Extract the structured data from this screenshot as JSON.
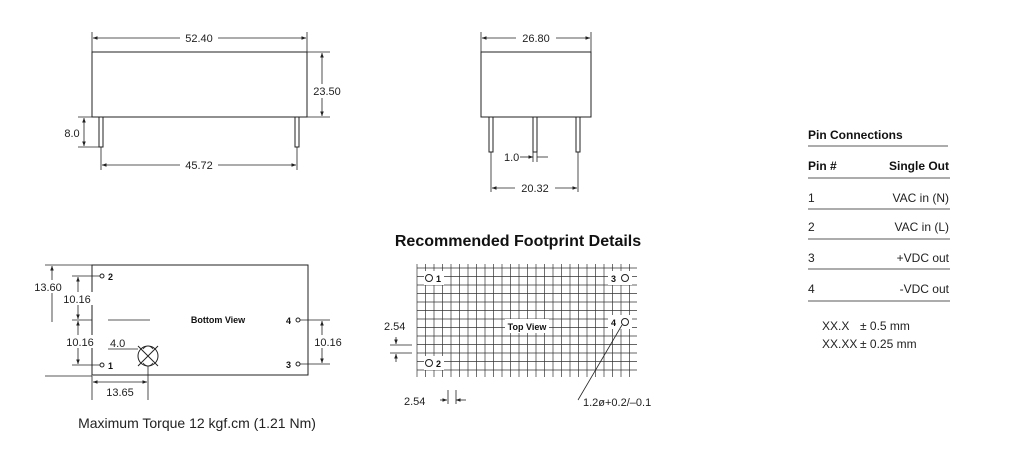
{
  "side_view": {
    "width": "52.40",
    "height": "23.50",
    "pin_length": "8.0",
    "pin_spacing": "45.72"
  },
  "end_view": {
    "width": "26.80",
    "pin_dia": "1.0",
    "pin_spacing": "20.32"
  },
  "bottom_view": {
    "title": "Bottom View",
    "dim_total": "13.60",
    "dim_upper": "10.16",
    "dim_lower": "10.16",
    "dim_right": "10.16",
    "dim_mount": "4.0",
    "dim_horizontal": "13.65",
    "pins": [
      "1",
      "2",
      "3",
      "4"
    ],
    "caption": "Maximum Torque 12 kgf.cm (1.21 Nm)"
  },
  "footprint": {
    "heading": "Recommended Footprint Details",
    "title": "Top View",
    "grid_pitch_v": "2.54",
    "grid_pitch_h": "2.54",
    "hole_note": "1.2ø+0.2/–0.1",
    "pins": [
      "1",
      "2",
      "3",
      "4"
    ]
  },
  "pin_table": {
    "title": "Pin Connections",
    "col_pin": "Pin #",
    "col_out": "Single Out",
    "rows": [
      {
        "pin": "1",
        "func": "VAC in (N)"
      },
      {
        "pin": "2",
        "func": "VAC in (L)"
      },
      {
        "pin": "3",
        "func": "+VDC out"
      },
      {
        "pin": "4",
        "func": "-VDC out"
      }
    ]
  },
  "tolerances": [
    {
      "fmt": "XX.X",
      "tol": "± 0.5 mm"
    },
    {
      "fmt": "XX.XX",
      "tol": "± 0.25 mm"
    }
  ]
}
